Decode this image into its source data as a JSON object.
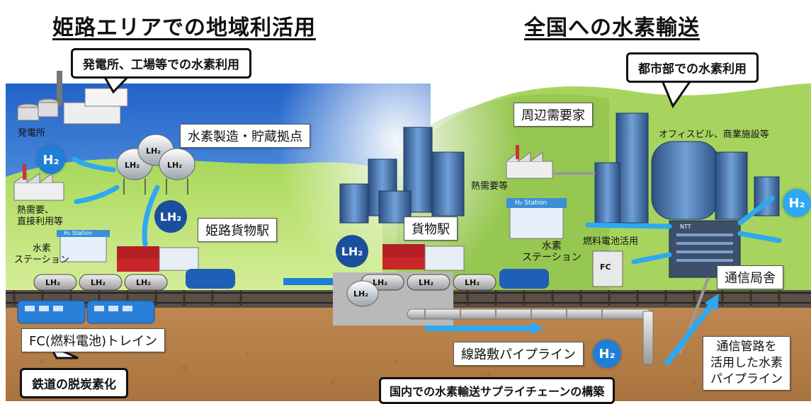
{
  "titles": {
    "left": "姫路エリアでの地域利活用",
    "right": "全国への水素輸送"
  },
  "callouts": {
    "power_plant_use": "発電所、工場等での水素利用",
    "urban_use": "都市部での水素利用",
    "rail_decarbonization": "鉄道の脱炭素化",
    "supply_chain": "国内での水素輸送サプライチェーンの構築"
  },
  "boxes": {
    "production_base": "水素製造・貯蔵拠点",
    "himeji_freight": "姫路貨物駅",
    "fc_train": "FC(燃料電池)トレイン",
    "freight_station": "貨物駅",
    "nearby_demand": "周辺需要家",
    "telecom_building": "通信局舎",
    "rail_pipeline": "線路敷パイプライン",
    "conduit_pipeline": "通信管路を\n活用した水素\nパイプライン"
  },
  "labels": {
    "power_station": "発電所",
    "heat_direct": "熱需要、\n直接利用等",
    "h2_station_left": "水素\nステーション",
    "h2_station_right": "水素\nステーション",
    "heat_demand": "熱需要等",
    "office": "オフィスビル、商業施設等",
    "fuel_cell_use": "燃料電池活用",
    "fc": "FC",
    "h2_station_sign": "H₂ Station",
    "ntt": "NTT"
  },
  "badges": {
    "h2": "H₂",
    "lh2": "LH₂"
  },
  "colors": {
    "sky": "#2a6fd0",
    "grass": "#b6e06a",
    "ground": "#c9935a",
    "accent_blue": "#1f7fd6",
    "arrow_blue": "#2ea8f0"
  }
}
